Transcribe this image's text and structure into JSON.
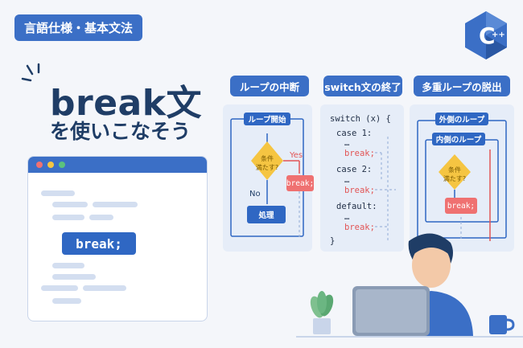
{
  "category_badge": "言語仕様・基本文法",
  "logo": {
    "letter": "C",
    "plus": "++"
  },
  "title": {
    "main": "break文",
    "sub": "を使いこなそう"
  },
  "editor": {
    "code": "break;"
  },
  "panels": {
    "loop": {
      "title": "ループの中断",
      "start_label": "ループ開始",
      "condition_label": "条件\n満たす?",
      "yes_label": "Yes",
      "no_label": "No",
      "break_label": "break;",
      "process_label": "処理"
    },
    "switch": {
      "title": "switch文の終了",
      "lines": [
        "switch (x) {",
        "case 1:",
        "…",
        "break;",
        "case 2:",
        "…",
        "break;",
        "default:",
        "…",
        "break;",
        "}"
      ]
    },
    "nested": {
      "title": "多重ループの脱出",
      "outer_label": "外側のループ",
      "inner_label": "内側のループ",
      "condition_label": "条件\n満たす?",
      "break_label": "break;"
    }
  },
  "colors": {
    "accent": "#3b6fc6",
    "break_red": "#ef7171",
    "condition": "#f5c542"
  }
}
